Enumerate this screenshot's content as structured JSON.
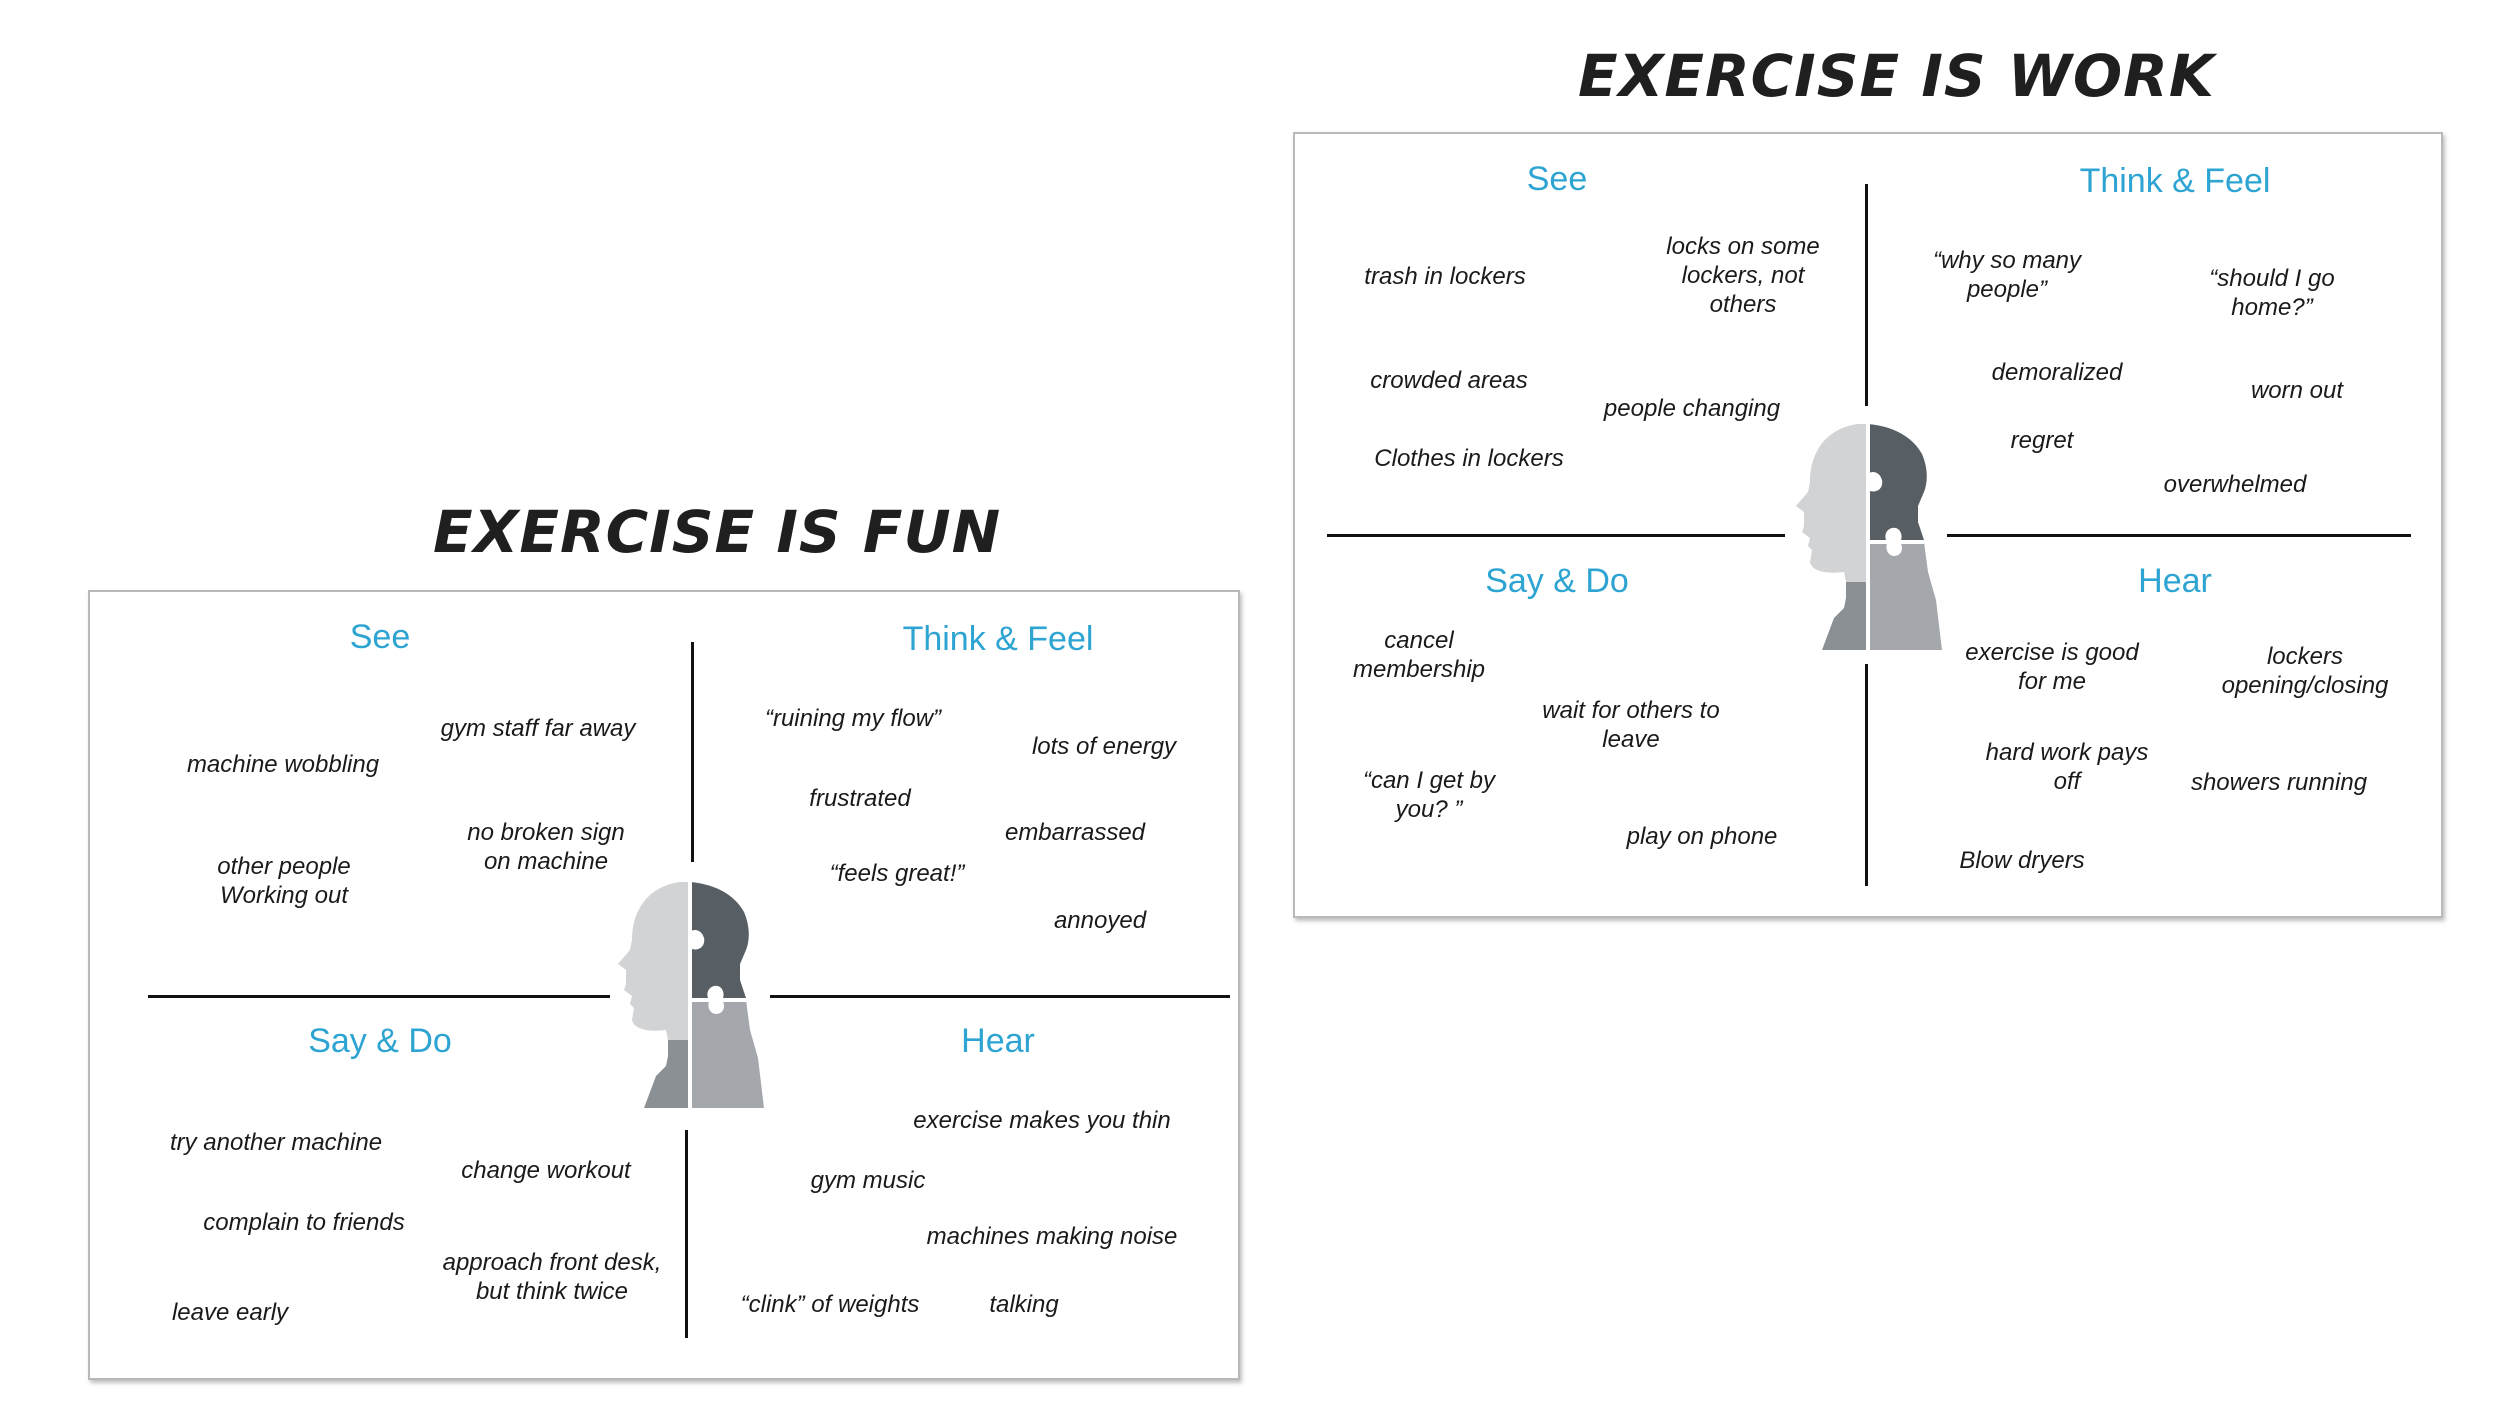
{
  "maps": [
    {
      "title": "EXERCISE IS FUN",
      "quadrants": {
        "see": {
          "label": "See",
          "notes": [
            "gym staff far away",
            "machine wobbling",
            "no broken sign\non machine",
            "other people\nWorking out"
          ]
        },
        "think_feel": {
          "label": "Think & Feel",
          "notes": [
            "“ruining my flow”",
            "lots of energy",
            "frustrated",
            "embarrassed",
            "“feels great!”",
            "annoyed"
          ]
        },
        "say_do": {
          "label": "Say & Do",
          "notes": [
            "try another machine",
            "change workout",
            "complain to friends",
            "approach front desk,\nbut think twice",
            "leave early"
          ]
        },
        "hear": {
          "label": "Hear",
          "notes": [
            "exercise makes you thin",
            "gym music",
            "machines making noise",
            "“clink” of weights",
            "talking"
          ]
        }
      }
    },
    {
      "title": "EXERCISE IS WORK",
      "quadrants": {
        "see": {
          "label": "See",
          "notes": [
            "trash in lockers",
            "locks on some\nlockers, not\nothers",
            "crowded areas",
            "people changing",
            "Clothes in lockers"
          ]
        },
        "think_feel": {
          "label": "Think & Feel",
          "notes": [
            "“why so many\npeople”",
            "“should I go\nhome?”",
            "demoralized",
            "worn out",
            "regret",
            "overwhelmed"
          ]
        },
        "say_do": {
          "label": "Say & Do",
          "notes": [
            "cancel\nmembership",
            "wait for others to\nleave",
            "“can I get by\nyou? ”",
            "play on phone"
          ]
        },
        "hear": {
          "label": "Hear",
          "notes": [
            "exercise is good\nfor me",
            "lockers\nopening/closing",
            "hard work pays\noff",
            "showers running",
            "Blow dryers"
          ]
        }
      }
    }
  ],
  "colors": {
    "label_blue": "#2ea4d2",
    "head_light": "#d2d3d5",
    "head_dark": "#575f64",
    "head_mid": "#a4a7ab",
    "head_mid_dark": "#8b9095"
  },
  "icons": [
    "puzzle-head-icon"
  ]
}
